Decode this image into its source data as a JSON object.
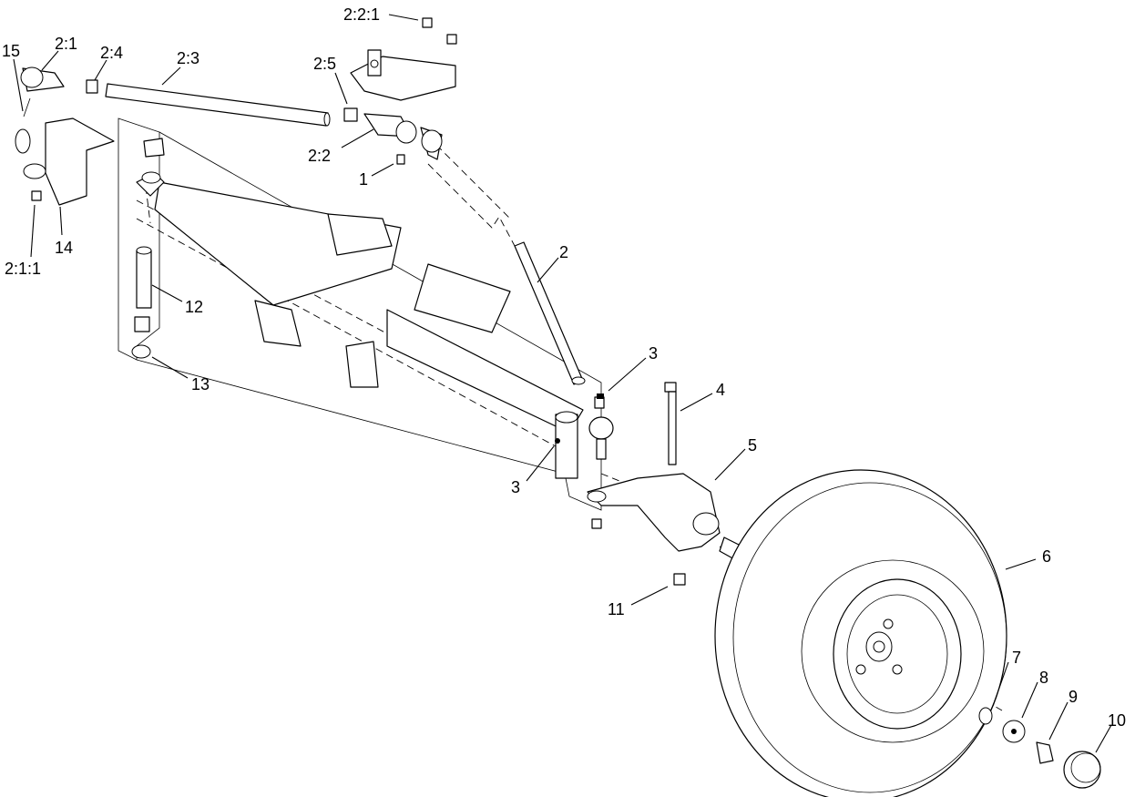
{
  "callouts": {
    "c_2_2_1": "2:2:1",
    "c_15": "15",
    "c_2_1": "2:1",
    "c_2_4": "2:4",
    "c_2_3": "2:3",
    "c_2_5": "2:5",
    "c_2_2": "2:2",
    "c_1": "1",
    "c_14": "14",
    "c_2_1_1": "2:1:1",
    "c_2": "2",
    "c_12": "12",
    "c_13": "13",
    "c_3a": "3",
    "c_3b": "3",
    "c_4": "4",
    "c_5": "5",
    "c_6": "6",
    "c_11": "11",
    "c_7": "7",
    "c_8": "8",
    "c_9": "9",
    "c_10": "10"
  }
}
